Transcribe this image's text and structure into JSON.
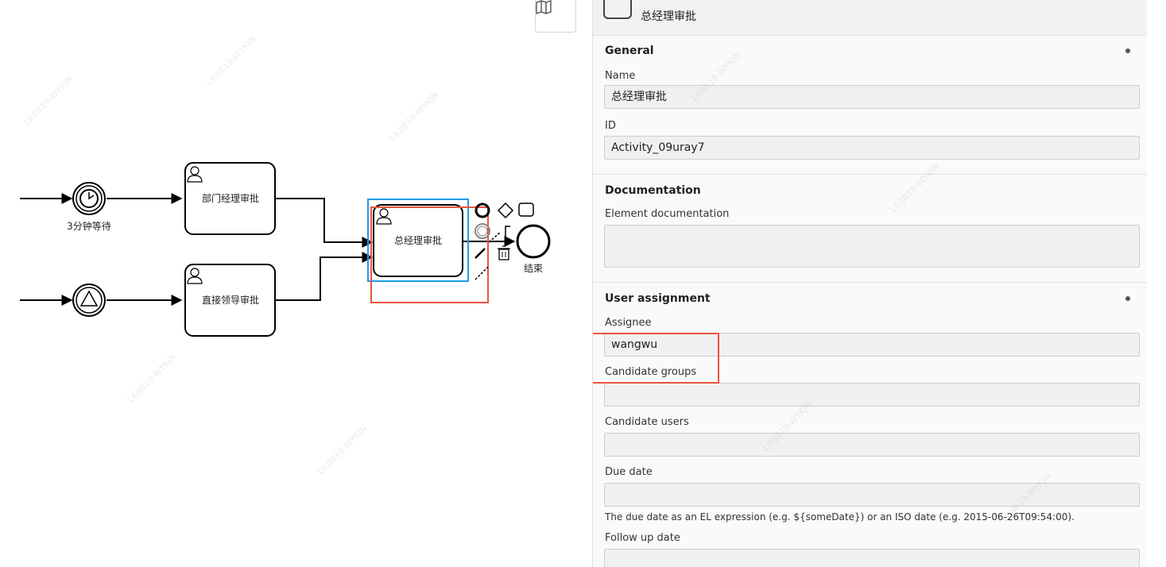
{
  "diagram": {
    "timer_event_label": "3分钟等待",
    "task_dept_manager": "部门经理审批",
    "task_direct_leader": "直接领导审批",
    "task_general_manager": "总经理审批",
    "end_event_label": "结束"
  },
  "panel": {
    "header_title": "总经理审批",
    "general": {
      "title": "General",
      "name_label": "Name",
      "name_value": "总经理审批",
      "id_label": "ID",
      "id_value": "Activity_09uray7"
    },
    "documentation": {
      "title": "Documentation",
      "element_doc_label": "Element documentation",
      "element_doc_value": ""
    },
    "user_assignment": {
      "title": "User assignment",
      "assignee_label": "Assignee",
      "assignee_value": "wangwu",
      "candidate_groups_label": "Candidate groups",
      "candidate_groups_value": "",
      "candidate_users_label": "Candidate users",
      "candidate_users_value": "",
      "due_date_label": "Due date",
      "due_date_value": "",
      "due_date_hint": "The due date as an EL expression (e.g. ${someDate}) or an ISO date (e.g. 2015-06-26T09:54:00).",
      "follow_up_label": "Follow up date",
      "follow_up_value": ""
    }
  },
  "icons": {
    "map": "map-icon",
    "user_task": "user-icon",
    "timer": "clock-icon",
    "signal": "triangle-icon",
    "delete": "trash-icon"
  },
  "colors": {
    "selection_blue": "#1e9be9",
    "highlight_red": "#e8563e"
  }
}
